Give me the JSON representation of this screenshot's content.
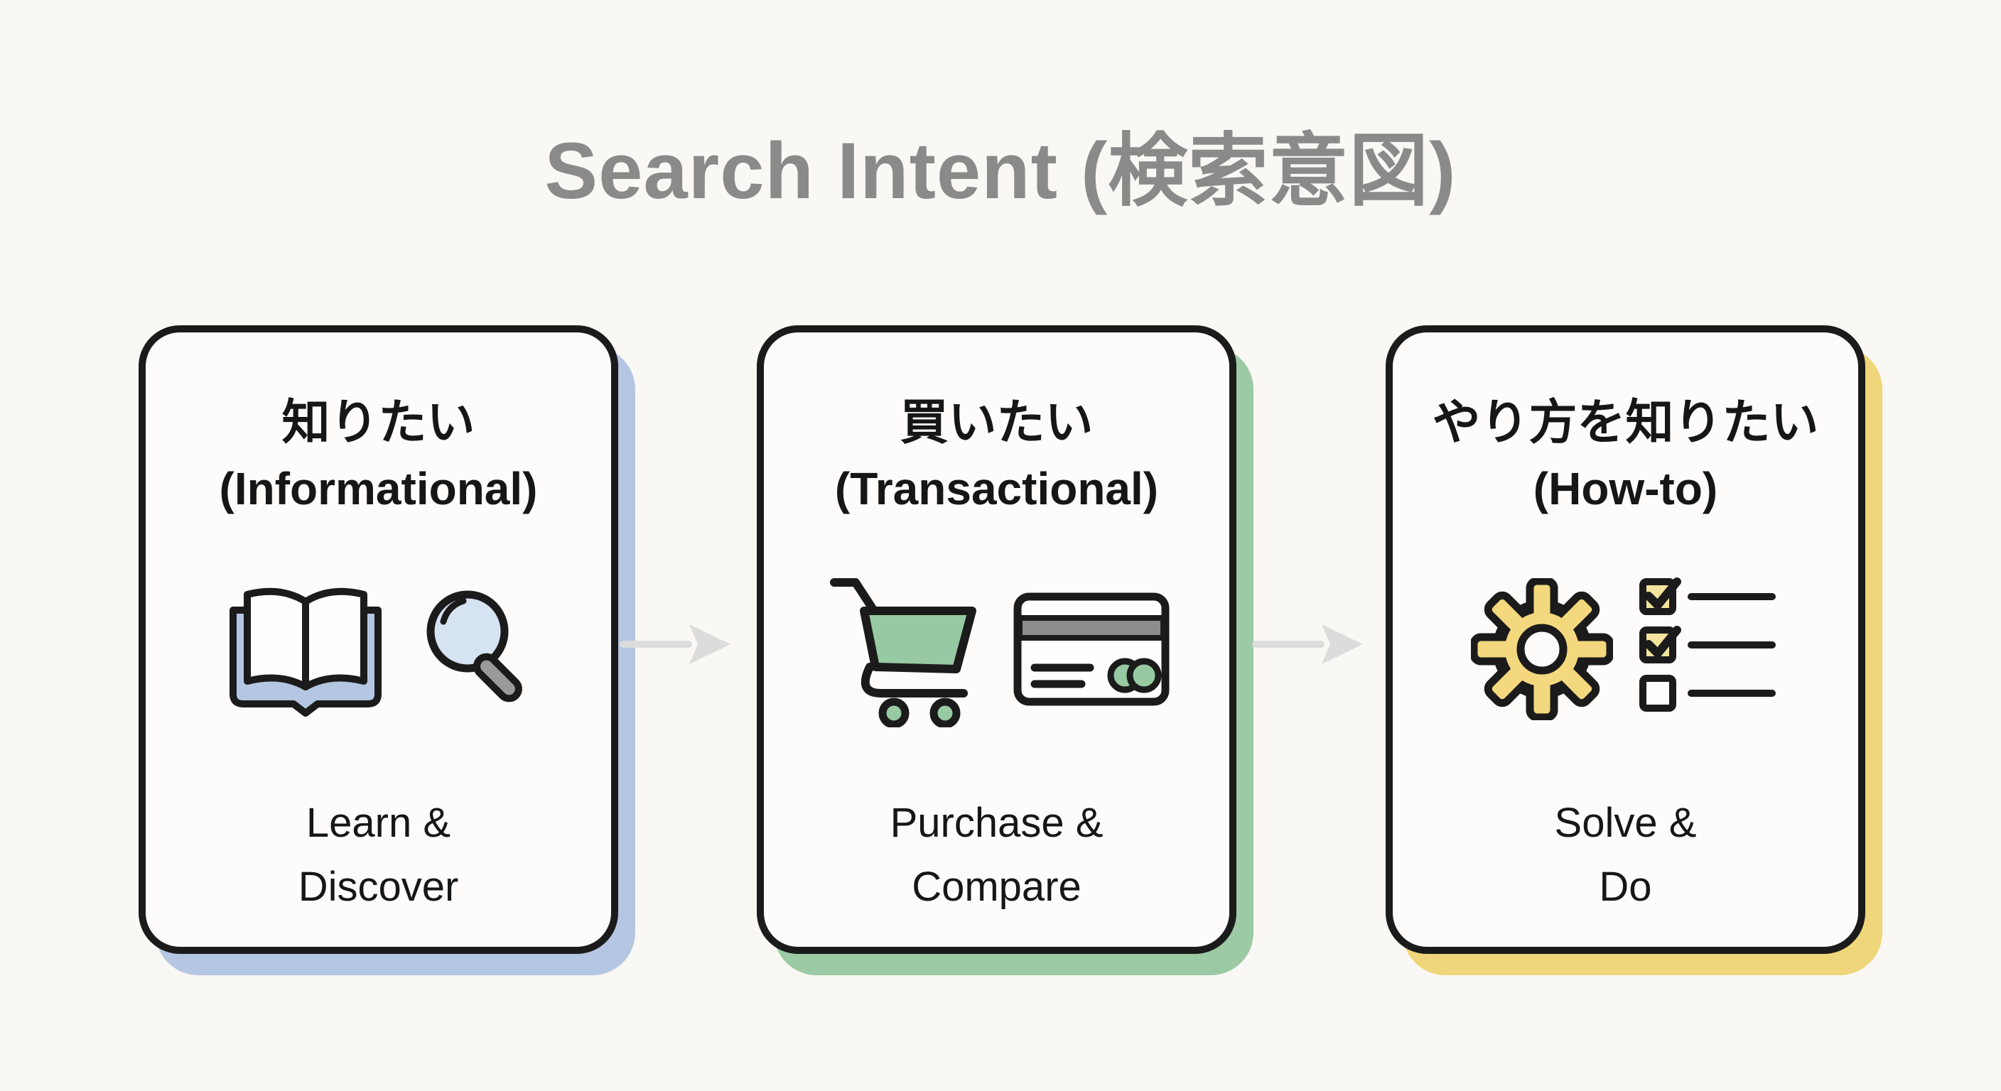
{
  "title": "Search Intent (検索意図)",
  "colors": {
    "background": "#faf8f5",
    "card_background": "#fdfcfa",
    "outline": "#1b1b1b",
    "title_text": "#8a8a8a",
    "body_text": "#161616",
    "arrow": "#dcdcdc",
    "book_cover": "#b4c6e1",
    "lens": "#d6e3f2",
    "metal_gray": "#9a9a9a",
    "cart_green": "#97c9a2",
    "stripe_gray": "#8d8d8d",
    "gear_yellow": "#f3d87d",
    "checkbox_yellow": "#f2e49d"
  },
  "cards": [
    {
      "heading_jp": "知りたい",
      "heading_en": "(Informational)",
      "desc_line1": "Learn &",
      "desc_line2": "Discover",
      "shadow": "#b5c6e2",
      "icons": [
        "open-book-icon",
        "magnifying-glass-icon"
      ]
    },
    {
      "heading_jp": "買いたい",
      "heading_en": "(Transactional)",
      "desc_line1": "Purchase &",
      "desc_line2": "Compare",
      "shadow": "#9ccaa4",
      "icons": [
        "shopping-cart-icon",
        "credit-card-icon"
      ]
    },
    {
      "heading_jp": "やり方を知りたい",
      "heading_en": "(How-to)",
      "desc_line1": "Solve &",
      "desc_line2": "Do",
      "shadow": "#f0d67a",
      "icons": [
        "gear-icon",
        "checklist-icon"
      ]
    }
  ]
}
